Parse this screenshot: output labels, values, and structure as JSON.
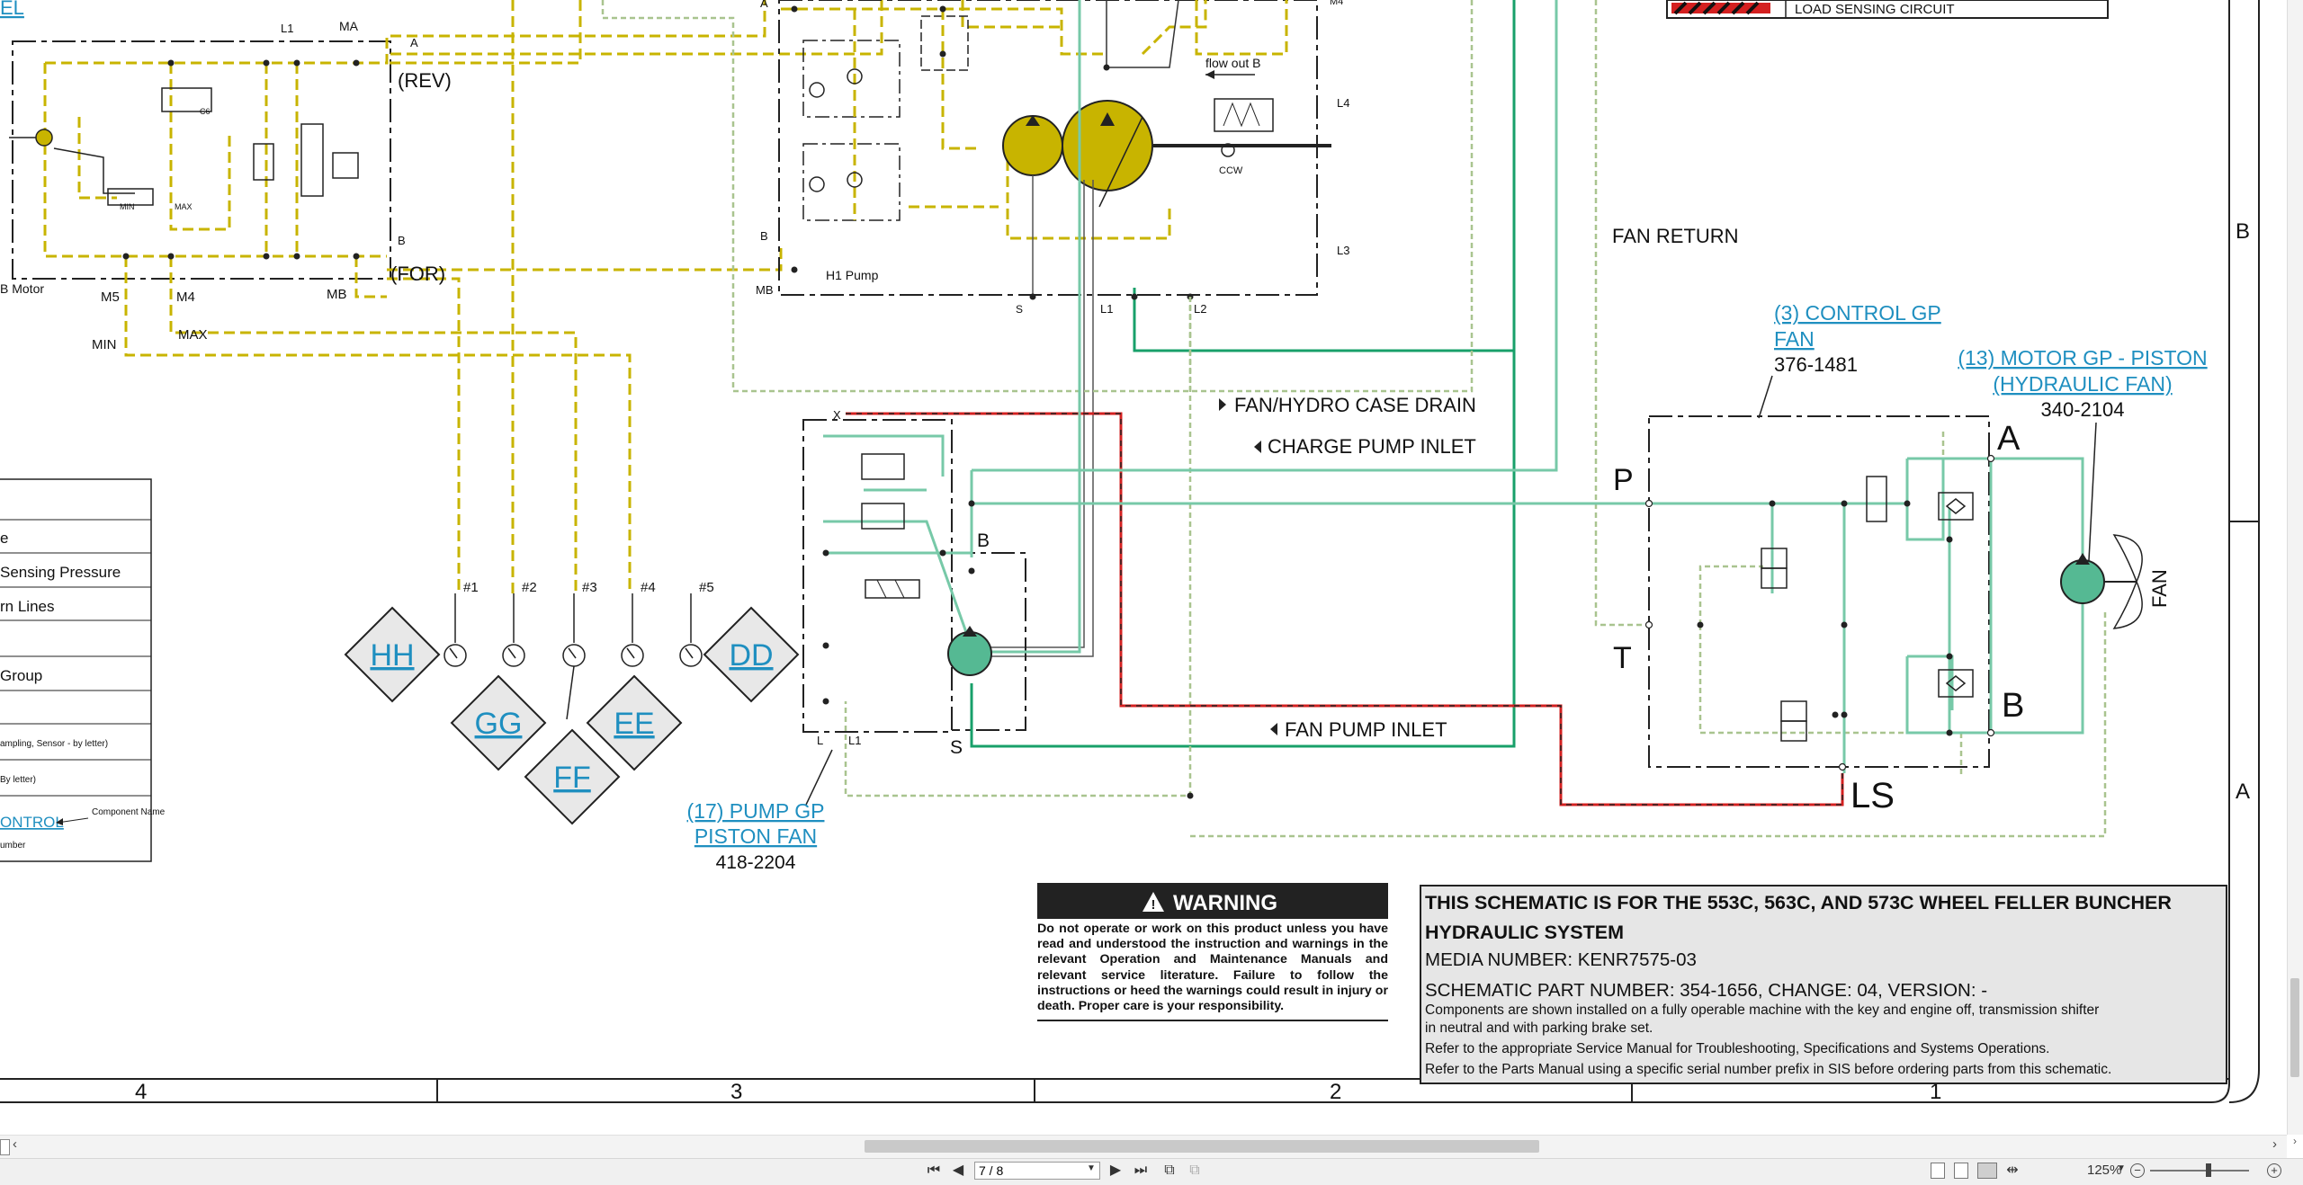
{
  "schematic": {
    "legend_load_sensing": "LOAD SENSING CIRCUIT",
    "motor_labels": {
      "rev": "(REV)",
      "for": "(FOR)",
      "b_motor": "B Motor",
      "m5": "M5",
      "m4": "M4",
      "mb": "MB",
      "min": "MIN",
      "max": "MAX",
      "l1": "L1",
      "ma": "MA",
      "a": "A",
      "b": "B",
      "c6": "C6",
      "min_small": "MIN",
      "max_small": "MAX"
    },
    "h1_pump": {
      "name": "H1 Pump",
      "flow_out": "flow out B",
      "ccw": "CCW",
      "s": "S",
      "l1": "L1",
      "l2": "L2",
      "b": "B",
      "mb": "MB",
      "a": "A",
      "l4": "L4",
      "l3": "L3",
      "m4": "M4"
    },
    "flow_labels": {
      "fan_return": "FAN RETURN",
      "case_drain": "FAN/HYDRO CASE DRAIN",
      "charge_inlet": "CHARGE PUMP INLET",
      "fan_pump_inlet": "FAN PUMP INLET"
    },
    "control_gp": {
      "link_line1": "(3) CONTROL GP",
      "link_line2": "FAN",
      "part": "376-1481",
      "p": "P",
      "t": "T",
      "a": "A",
      "b": "B",
      "ls": "LS"
    },
    "motor_gp": {
      "link_line1": "(13) MOTOR GP - PISTON",
      "link_line2": "(HYDRAULIC FAN)",
      "part": "340-2104",
      "fan": "FAN"
    },
    "pump_gp": {
      "link_line1": "(17) PUMP GP",
      "link_line2": "PISTON FAN",
      "part": "418-2204",
      "x": "X",
      "b": "B",
      "s": "S",
      "l": "L",
      "l1": "L1"
    },
    "test_ports": [
      "#1",
      "#2",
      "#3",
      "#4",
      "#5"
    ],
    "port_tags": [
      "HH",
      "GG",
      "FF",
      "EE",
      "DD"
    ],
    "legend_rows": [
      "e",
      "Sensing Pressure",
      "rn Lines",
      "",
      "Group",
      "",
      "ampling, Sensor - by letter)",
      "By letter)"
    ],
    "legend_control": "ONTROL",
    "legend_component_name": "Component Name",
    "legend_umber": "umber",
    "top_left_link": "EL",
    "grid_cols": [
      "4",
      "3",
      "2",
      "1"
    ],
    "grid_rows": [
      "B",
      "A"
    ]
  },
  "warning": {
    "title": "WARNING",
    "body": "Do not operate or work on this product unless you have read and understood the instruction and warnings in the relevant Operation and Maintenance Manuals and relevant service literature. Failure to follow the instructions or heed the warnings could result in injury or death. Proper care is your responsibility."
  },
  "info": {
    "title": "THIS SCHEMATIC IS FOR THE 553C, 563C, AND 573C WHEEL FELLER BUNCHER HYDRAULIC SYSTEM",
    "media": "MEDIA NUMBER: KENR7575-03",
    "part": "SCHEMATIC PART NUMBER: 354-1656, CHANGE: 04, VERSION: -",
    "note1": "Components are shown installed on a fully operable machine with the key and engine off, transmission shifter",
    "note2": "in neutral and with parking brake set.",
    "note3": "Refer to the appropriate Service Manual for Troubleshooting, Specifications and Systems Operations.",
    "note4": "Refer to the Parts Manual using a specific serial number prefix in SIS before ordering parts from this schematic."
  },
  "toolbar": {
    "page_value": "7 / 8",
    "zoom": "125%"
  },
  "colors": {
    "yellow": "#c8b400",
    "green": "#2aa772",
    "light_green": "#77c9a8",
    "dotted_green": "#a9c48f",
    "red": "#d42020",
    "link": "#1f8fc0"
  }
}
